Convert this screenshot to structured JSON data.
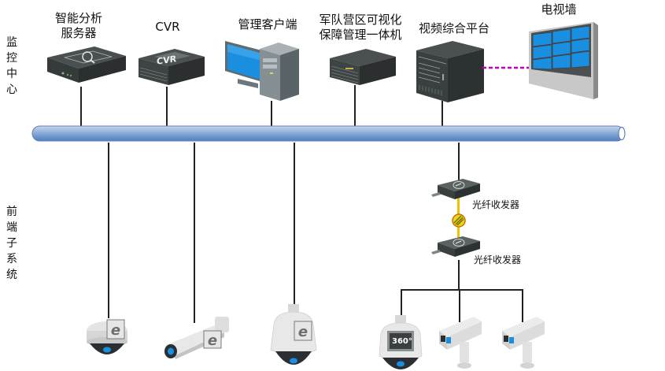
{
  "sections": {
    "monitoring_center": "监控中心",
    "frontend_subsystem": "前端子系统"
  },
  "devices": {
    "smart_analysis_server": "智能分析服务器",
    "smart_analysis_server_line1": "智能分析",
    "smart_analysis_server_line2": "服务器",
    "cvr": "CVR",
    "cvr_badge": "CVR",
    "management_client": "管理客户端",
    "barracks_platform_line1": "军队营区可视化",
    "barracks_platform_line2": "保障管理一体机",
    "video_platform": "视频综合平台",
    "tv_wall": "电视墙"
  },
  "fiber": {
    "transceiver_top": "光纤收发器",
    "transceiver_bottom": "光纤收发器"
  },
  "cameras": {
    "ptz_360_badge": "360°"
  },
  "colors": {
    "bus_fill": "#6f9bd1",
    "tv_link": "#c000c0",
    "fiber_link": "#f2c200",
    "screen_blue": "#1a8fe0"
  }
}
